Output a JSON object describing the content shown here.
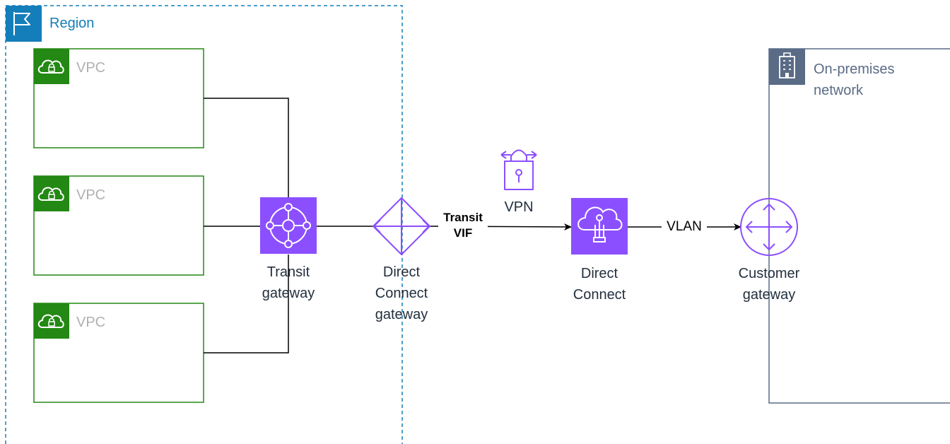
{
  "region": {
    "title": "Region"
  },
  "vpcs": [
    {
      "label": "VPC"
    },
    {
      "label": "VPC"
    },
    {
      "label": "VPC"
    }
  ],
  "on_premises": {
    "title_line1": "On-premises",
    "title_line2": "network"
  },
  "nodes": {
    "transit_gateway": {
      "line1": "Transit",
      "line2": "gateway",
      "icon": "transit-gateway-icon"
    },
    "dx_gateway": {
      "line1": "Direct",
      "line2": "Connect",
      "line3": "gateway",
      "icon": "direct-connect-gateway-icon"
    },
    "vpn": {
      "label": "VPN",
      "icon": "vpn-lock-icon"
    },
    "direct_connect": {
      "line1": "Direct",
      "line2": "Connect",
      "icon": "direct-connect-icon"
    },
    "customer_gateway": {
      "line1": "Customer",
      "line2": "gateway",
      "icon": "customer-gateway-icon"
    }
  },
  "edges": {
    "transit_vif": {
      "line1": "Transit",
      "line2": "VIF"
    },
    "vlan": {
      "label": "VLAN"
    }
  },
  "colors": {
    "region_border": "#147eba",
    "vpc_green": "#248814",
    "on_prem_slate": "#5a6b86",
    "service_purple": "#8c4fff",
    "connector": "#000000"
  }
}
